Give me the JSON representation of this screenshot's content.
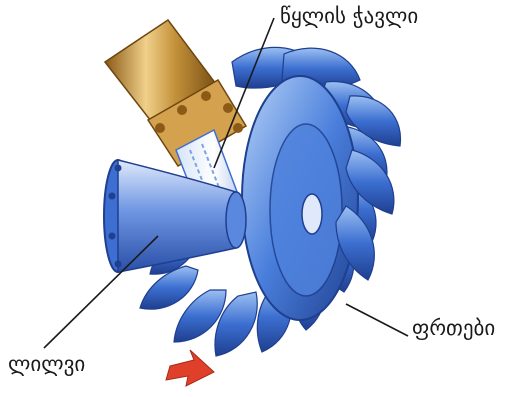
{
  "labels": {
    "water_jet": "წყლის ჭავლი",
    "blades": "ფრთები",
    "nozzle": "ლილვი"
  },
  "colors": {
    "background": "#ffffff",
    "turbine_blue": "#3c6fd1",
    "turbine_light": "#9cc0f2",
    "turbine_dark": "#1f3f8f",
    "pipe_copper": "#c4913a",
    "pipe_highlight": "#f0d08a",
    "arrow_red": "#e0402a",
    "leader_line": "#1a1a1a"
  },
  "icons": {
    "rotation_arrow": "rotation-arrow-icon"
  }
}
